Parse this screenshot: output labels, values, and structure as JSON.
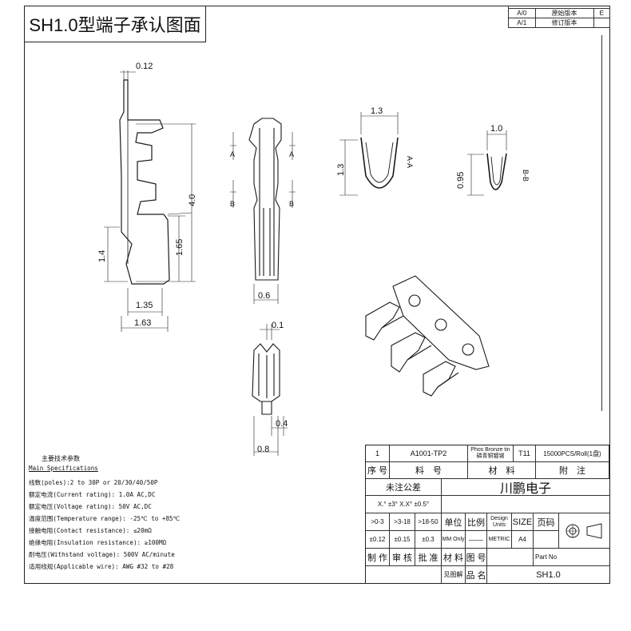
{
  "header": {
    "title": "SH1.0型端子承认图面"
  },
  "revision": {
    "rows": [
      {
        "rev": "A/0",
        "desc": "原始版本",
        "mark": "E"
      },
      {
        "rev": "A/1",
        "desc": "修订版本",
        "mark": ""
      }
    ]
  },
  "dimensions": {
    "d012": "0.12",
    "d40": "4.0",
    "d165": "1.65",
    "d14": "1.4",
    "d135": "1.35",
    "d163": "1.63",
    "d06": "0.6",
    "d01": "0.1",
    "d04": "0.4",
    "d08": "0.8",
    "d13w": "1.3",
    "d13h": "1.3",
    "d10": "1.0",
    "d095": "0.95"
  },
  "section_labels": {
    "a": "A",
    "b": "B",
    "aa": "A-A",
    "bb": "B-B"
  },
  "specs": {
    "title": "主要技术参数",
    "subtitle": "Main Specifications",
    "lines": [
      "线数(poles):2 to 30P or 20/30/40/50P",
      "额定电流(Current rating): 1.0A AC,DC",
      "额定电压(Voltage rating): 50V AC,DC",
      "温度范围(Temperature range): -25℃ to +85℃",
      "接触电阻(Contact resistance): ≤20mΩ",
      "绝缘电阻(Insulation resistance): ≥100MΩ",
      "耐电压(Withstand voltage): 500V AC/minute",
      "适用线规(Applicable wire): AWG #32 to #28"
    ]
  },
  "title_block": {
    "seq_val": "1",
    "part_val": "A1001-TP2",
    "material_val": "Phos Bronze tin 磷青铜镀锡",
    "t_val": "T11",
    "note_val": "15000PCS/Roll(1盘)",
    "seq_label": "序 号",
    "name_label": "料　号",
    "material_label": "材　料",
    "note_label": "附　注",
    "tol_label": "未注公差",
    "company": "川鹏电子",
    "ang_tol": "X.° ±3° X.X° ±0.5°",
    "r1": ">0-3",
    "r2": ">3-18",
    "r3": ">18-50",
    "t1": "±0.12",
    "t2": "±0.15",
    "t3": "±0.3",
    "unit_label": "单位",
    "scale_label": "比例",
    "design_units": "Design Units",
    "size_label": "SIZE",
    "page_label": "页码",
    "unit_val": "MM Only",
    "scale_val": "——",
    "design_val": "METRIC",
    "size_val": "A4",
    "make": "制 作",
    "review": "审 核",
    "approve": "批 准",
    "mat2": "材 料",
    "drawing_no": "图 号",
    "part_no": "Part No",
    "see_fig": "见图解",
    "product": "品 名",
    "product_val": "SH1.0"
  }
}
